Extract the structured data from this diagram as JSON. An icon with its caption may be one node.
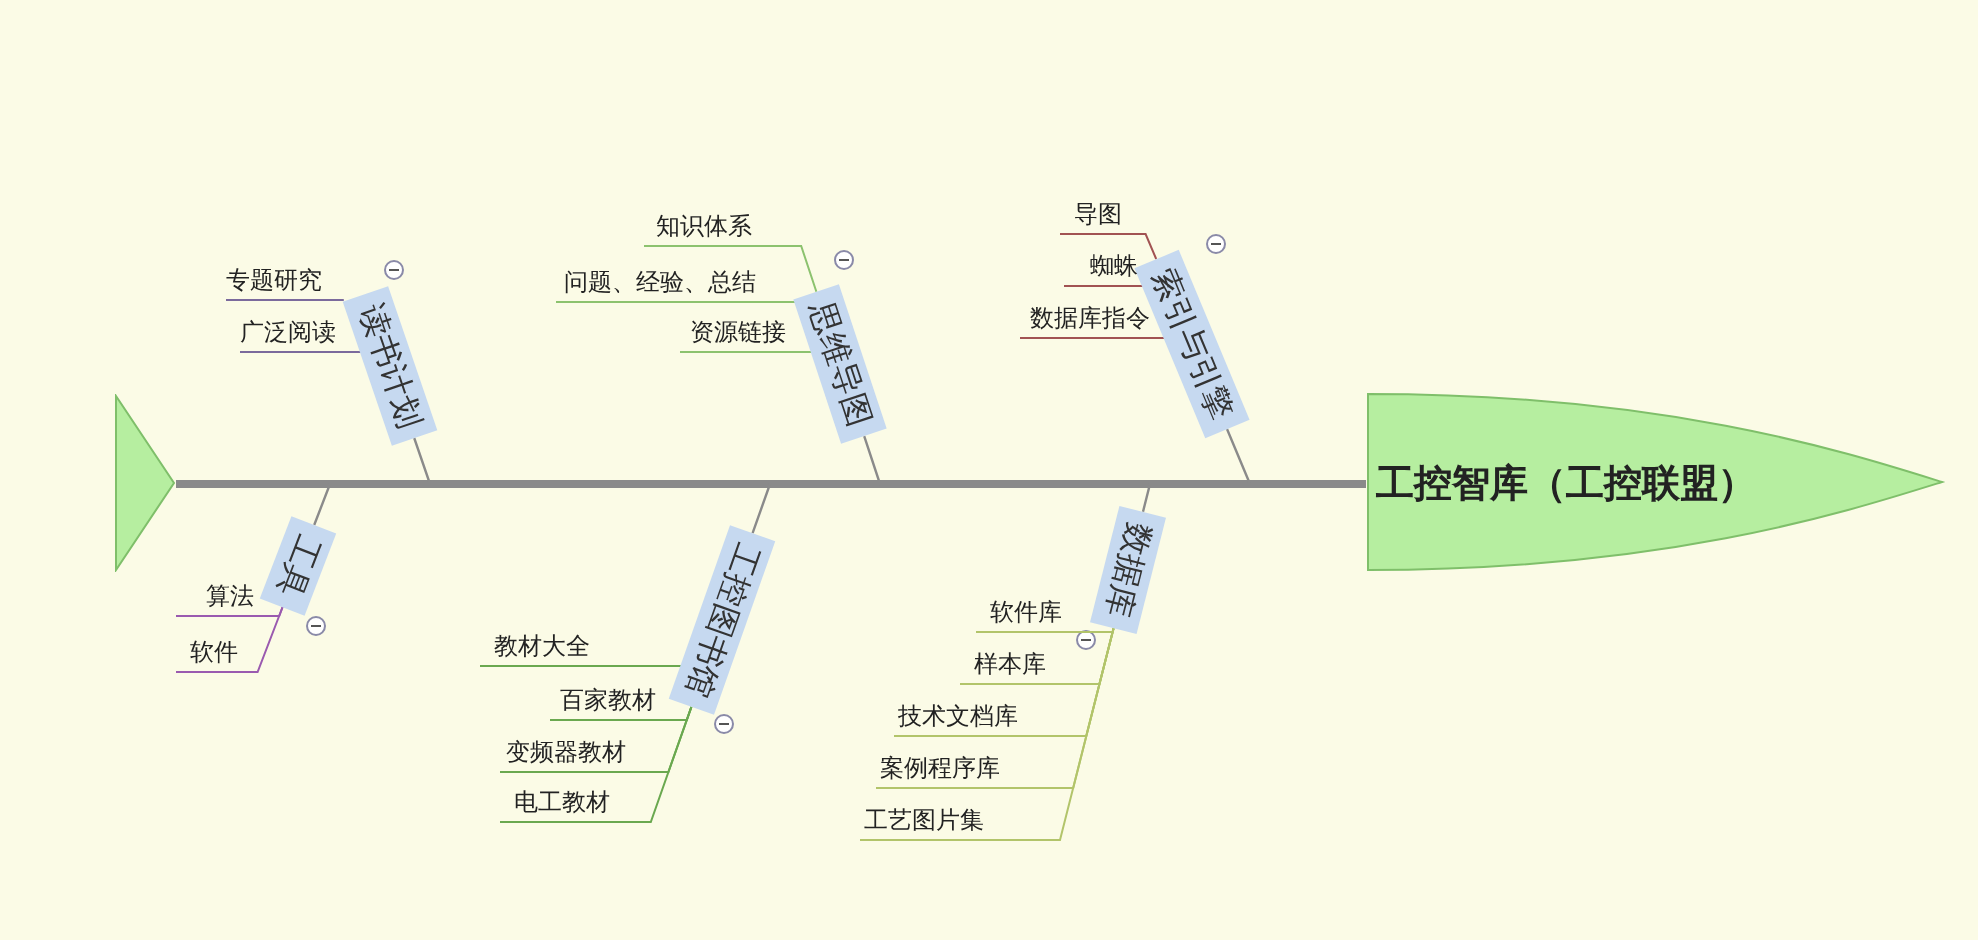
{
  "diagram": {
    "nodes": [
      {
        "text": [
          "工控智库（工控联盟）"
        ]
      },
      {
        "text": [],
        "shape": "triangle"
      },
      {
        "text": [
          "读书计划"
        ]
      },
      {
        "text": [
          "专题研究"
        ]
      },
      {
        "text": [
          "广泛阅读"
        ]
      },
      {
        "text": [
          "思维导图"
        ]
      },
      {
        "text": [
          "知识体系"
        ]
      },
      {
        "text": [
          "问题、经验、总结"
        ]
      },
      {
        "text": [
          "资源链接"
        ]
      },
      {
        "text": [
          "索引与引擎"
        ]
      },
      {
        "text": [
          "导图"
        ]
      },
      {
        "text": [
          "蜘蛛"
        ]
      },
      {
        "text": [
          "数据库指令"
        ]
      },
      {
        "text": [
          "工具"
        ]
      },
      {
        "text": [
          "算法"
        ]
      },
      {
        "text": [
          "软件"
        ]
      },
      {
        "text": [
          "工控图书馆"
        ]
      },
      {
        "text": [
          "教材大全"
        ]
      },
      {
        "text": [
          "百家教材"
        ]
      },
      {
        "text": [
          "变频器教材"
        ]
      },
      {
        "text": [
          "电工教材"
        ]
      },
      {
        "text": [
          "数据库"
        ]
      },
      {
        "text": [
          "软件库"
        ]
      },
      {
        "text": [
          "样本库"
        ]
      },
      {
        "text": [
          "技术文档库"
        ]
      },
      {
        "text": [
          "案例程序库"
        ]
      },
      {
        "text": [
          "工艺图片集"
        ]
      }
    ],
    "edges": [
      {
        "from": 1,
        "to": 0,
        "arrow": "none",
        "style": "thick"
      },
      {
        "from": 2,
        "to": 0,
        "arrow": "none"
      },
      {
        "from": 5,
        "to": 0,
        "arrow": "none"
      },
      {
        "from": 9,
        "to": 0,
        "arrow": "none"
      },
      {
        "from": 13,
        "to": 0,
        "arrow": "none"
      },
      {
        "from": 16,
        "to": 0,
        "arrow": "none"
      },
      {
        "from": 21,
        "to": 0,
        "arrow": "none"
      },
      {
        "from": 3,
        "to": 2,
        "arrow": "none",
        "color": "#7b6a9c"
      },
      {
        "from": 4,
        "to": 2,
        "arrow": "none",
        "color": "#7b6a9c"
      },
      {
        "from": 6,
        "to": 5,
        "arrow": "none",
        "color": "#8cc26e"
      },
      {
        "from": 7,
        "to": 5,
        "arrow": "none",
        "color": "#8cc26e"
      },
      {
        "from": 8,
        "to": 5,
        "arrow": "none",
        "color": "#8cc26e"
      },
      {
        "from": 10,
        "to": 9,
        "arrow": "none",
        "color": "#a15252"
      },
      {
        "from": 11,
        "to": 9,
        "arrow": "none",
        "color": "#a15252"
      },
      {
        "from": 12,
        "to": 9,
        "arrow": "none",
        "color": "#a15252"
      },
      {
        "from": 14,
        "to": 13,
        "arrow": "none",
        "color": "#9a5aaf"
      },
      {
        "from": 15,
        "to": 13,
        "arrow": "none",
        "color": "#9a5aaf"
      },
      {
        "from": 17,
        "to": 16,
        "arrow": "none",
        "color": "#6aa84f"
      },
      {
        "from": 18,
        "to": 16,
        "arrow": "none",
        "color": "#6aa84f"
      },
      {
        "from": 19,
        "to": 16,
        "arrow": "none",
        "color": "#6aa84f"
      },
      {
        "from": 20,
        "to": 16,
        "arrow": "none",
        "color": "#6aa84f"
      },
      {
        "from": 22,
        "to": 21,
        "arrow": "none",
        "color": "#b2c46a"
      },
      {
        "from": 23,
        "to": 21,
        "arrow": "none",
        "color": "#b2c46a"
      },
      {
        "from": 24,
        "to": 21,
        "arrow": "none",
        "color": "#b2c46a"
      },
      {
        "from": 25,
        "to": 21,
        "arrow": "none",
        "color": "#b2c46a"
      },
      {
        "from": 26,
        "to": 21,
        "arrow": "none",
        "color": "#b2c46a"
      }
    ]
  }
}
